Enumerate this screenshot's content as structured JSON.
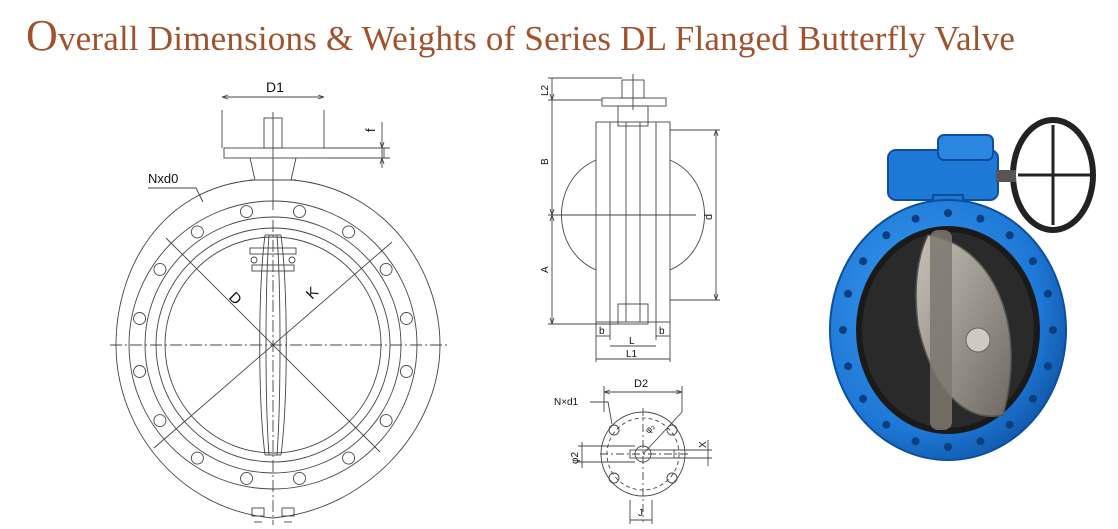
{
  "title": {
    "initial": "O",
    "rest": "verall Dimensions & Weights of Series DL Flanged Butterfly Valve"
  },
  "colors": {
    "title": "#a0522d",
    "line": "#444444",
    "valve_body": "#1e78d6",
    "valve_dark": "#0d4f9e",
    "disc": "#9a958c",
    "handwheel": "#222222"
  },
  "front_view": {
    "D1": "D1",
    "f": "f",
    "Nxd0": "Nxd0",
    "D": "D",
    "K": "K"
  },
  "side_view": {
    "L2": "L2",
    "B": "B",
    "A": "A",
    "d": "d",
    "b_left": "b",
    "b_right": "b",
    "L": "L",
    "L1": "L1"
  },
  "top_flange": {
    "D2": "D2",
    "Nxd1": "N×d1",
    "phi2": "φ2",
    "X": "X",
    "J": "J",
    "ang": "φ₂"
  }
}
